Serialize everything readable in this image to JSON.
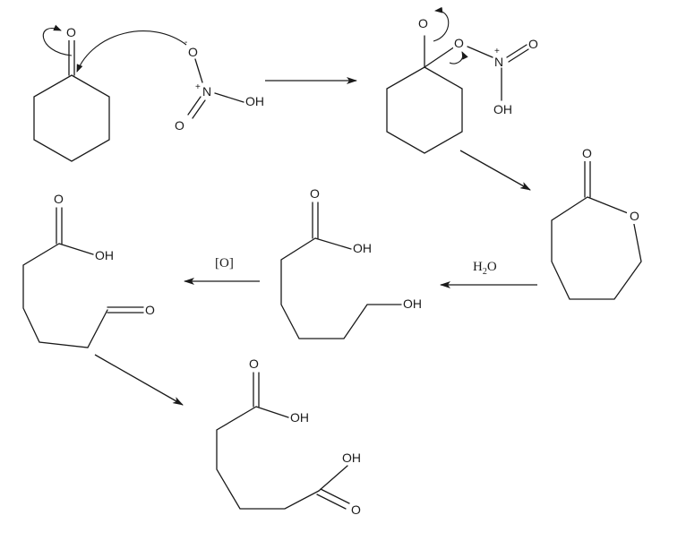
{
  "atoms": {
    "O": "O",
    "OH": "OH",
    "N": "N",
    "plus": "+",
    "minus": "-"
  },
  "reagents": {
    "water": "H",
    "water_sub": "2",
    "water_tail": "O",
    "oxidation": "[O]"
  }
}
